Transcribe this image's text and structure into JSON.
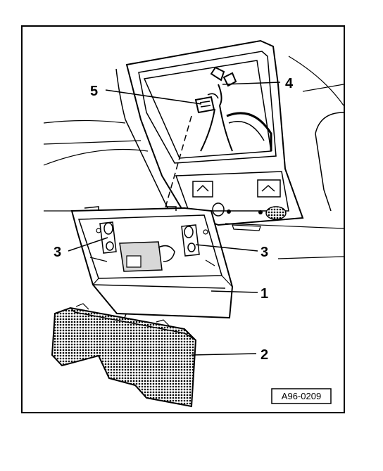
{
  "callouts": [
    {
      "label": "5"
    },
    {
      "label": "4"
    },
    {
      "label": "3"
    },
    {
      "label": "3"
    },
    {
      "label": "1"
    },
    {
      "label": "2"
    }
  ],
  "reference_code": "A96-0209"
}
